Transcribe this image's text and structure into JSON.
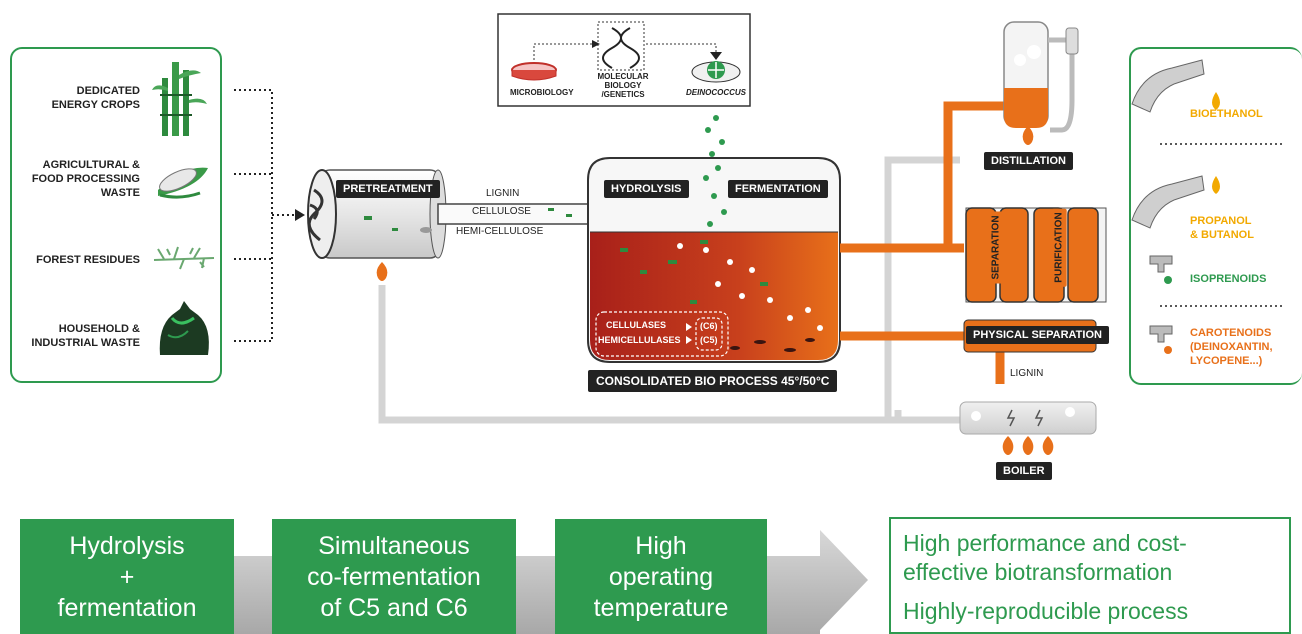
{
  "feedstocks": [
    {
      "label": "DEDICATED\nENERGY CROPS",
      "icon": "bamboo-icon"
    },
    {
      "label": "AGRICULTURAL &\nFOOD PROCESSING\nWASTE",
      "icon": "corn-icon"
    },
    {
      "label": "FOREST RESIDUES",
      "icon": "branch-icon"
    },
    {
      "label": "HOUSEHOLD &\nINDUSTRIAL WASTE",
      "icon": "trash-bag-icon"
    }
  ],
  "research": {
    "microbiology": "MICROBIOLOGY",
    "molecular": "MOLECULAR BIOLOGY\n/GENETICS",
    "deinococcus": "DEINOCOCCUS"
  },
  "process": {
    "pretreatment": "PRETREATMENT",
    "lignin": "LIGNIN",
    "cellulose": "CELLULOSE",
    "hemicellulose": "HEMI-CELLULOSE",
    "hydrolysis": "HYDROLYSIS",
    "fermentation": "FERMENTATION",
    "cellulases": "CELLULASES",
    "hemicellulases": "HEMICELLULASES",
    "c6": "(C6)",
    "c5": "(C5)",
    "consolidated": "CONSOLIDATED BIO PROCESS 45°/50°C",
    "distillation": "DISTILLATION",
    "separation": "SEPARATION",
    "purification": "PURIFICATION",
    "physical_separation": "PHYSICAL SEPARATION",
    "lignin_out": "LIGNIN",
    "boiler": "BOILER"
  },
  "products": {
    "bioethanol": "BIOETHANOL",
    "propanol": "PROPANOL\n& BUTANOL",
    "isoprenoids": "ISOPRENOIDS",
    "carotenoids": "CAROTENOIDS\n(DEINOXANTIN,\nLYCOPENE...)"
  },
  "bottom": {
    "box1": "Hydrolysis\n+\nfermentation",
    "box2": "Simultaneous\nco-fermentation\nof C5 and C6",
    "box3": "High\noperating\ntemperature",
    "benefit1": "High performance and cost-\neffective biotransformation",
    "benefit2": "Highly-reproducible process"
  },
  "colors": {
    "green": "#2e9a4f",
    "orange": "#e8701a",
    "yellow": "#f2a900",
    "dark": "#222222",
    "tank_red": "#a8201a"
  }
}
